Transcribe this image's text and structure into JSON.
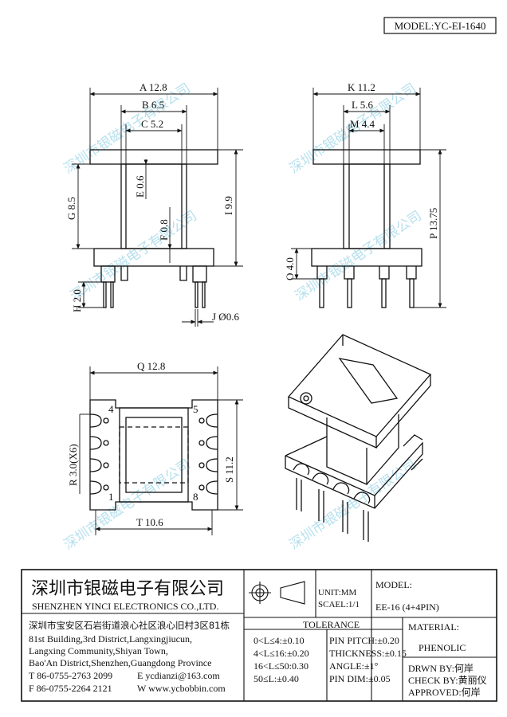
{
  "model_label": "MODEL:YC-EI-1640",
  "watermark": "深圳市银磁电子有限公司",
  "dims": {
    "A": "A 12.8",
    "B": "B 6.5",
    "C": "C 5.2",
    "E": "E 0.6",
    "F": "F 0.8",
    "G": "G 8.5",
    "I": "I 9.9",
    "H": "H 2.0",
    "J": "J Ø0.6",
    "K": "K 11.2",
    "L": "L 5.6",
    "M": "M 4.4",
    "O": "O 4.0",
    "P": "P 13.75",
    "Q": "Q 12.8",
    "R": "R 3.0(X6)",
    "S": "S 11.2",
    "T": "T 10.6"
  },
  "pins": {
    "p4": "4",
    "p5": "5",
    "p1": "1",
    "p8": "8"
  },
  "title_block": {
    "company_cn": "深圳市银磁电子有限公司",
    "company_en": "SHENZHEN YINCI ELECTRONICS CO.,LTD.",
    "address_lines": [
      "深圳市宝安区石岩街道浪心社区浪心旧村3区81栋",
      "81st Building,3rd District,Langxingjiucun,",
      "Langxing Community,Shiyan Town,",
      "Bao'An District,Shenzhen,Guangdong Province"
    ],
    "tel": "T 86-0755-2763 2099",
    "email": "E ycdianzi@163.com",
    "fax": "F 86-0755-2264 2121",
    "web": "W www.ycbobbin.com",
    "unit": "UNIT:MM",
    "scale": "SCAEL:1/1",
    "model_heading": "MODEL:",
    "model_value": "EE-16 (4+4PIN)",
    "tolerance_heading": "TOLERANCE",
    "tolerance_left": [
      "0<L≤4:±0.10",
      "4<L≤16:±0.20",
      "16<L≤50:0.30",
      "50≤L:±0.40"
    ],
    "tolerance_right": [
      "PIN PITCH:±0.20",
      "THICKNESS:±0.15",
      "ANGLE:±1°",
      "PIN DIM:±0.05"
    ],
    "material_heading": "MATERIAL:",
    "material_value": "PHENOLIC",
    "drawn_by": "DRWN BY:何岸",
    "check_by": "CHECK BY:黄丽仪",
    "approved": "APPROVED:何岸"
  }
}
